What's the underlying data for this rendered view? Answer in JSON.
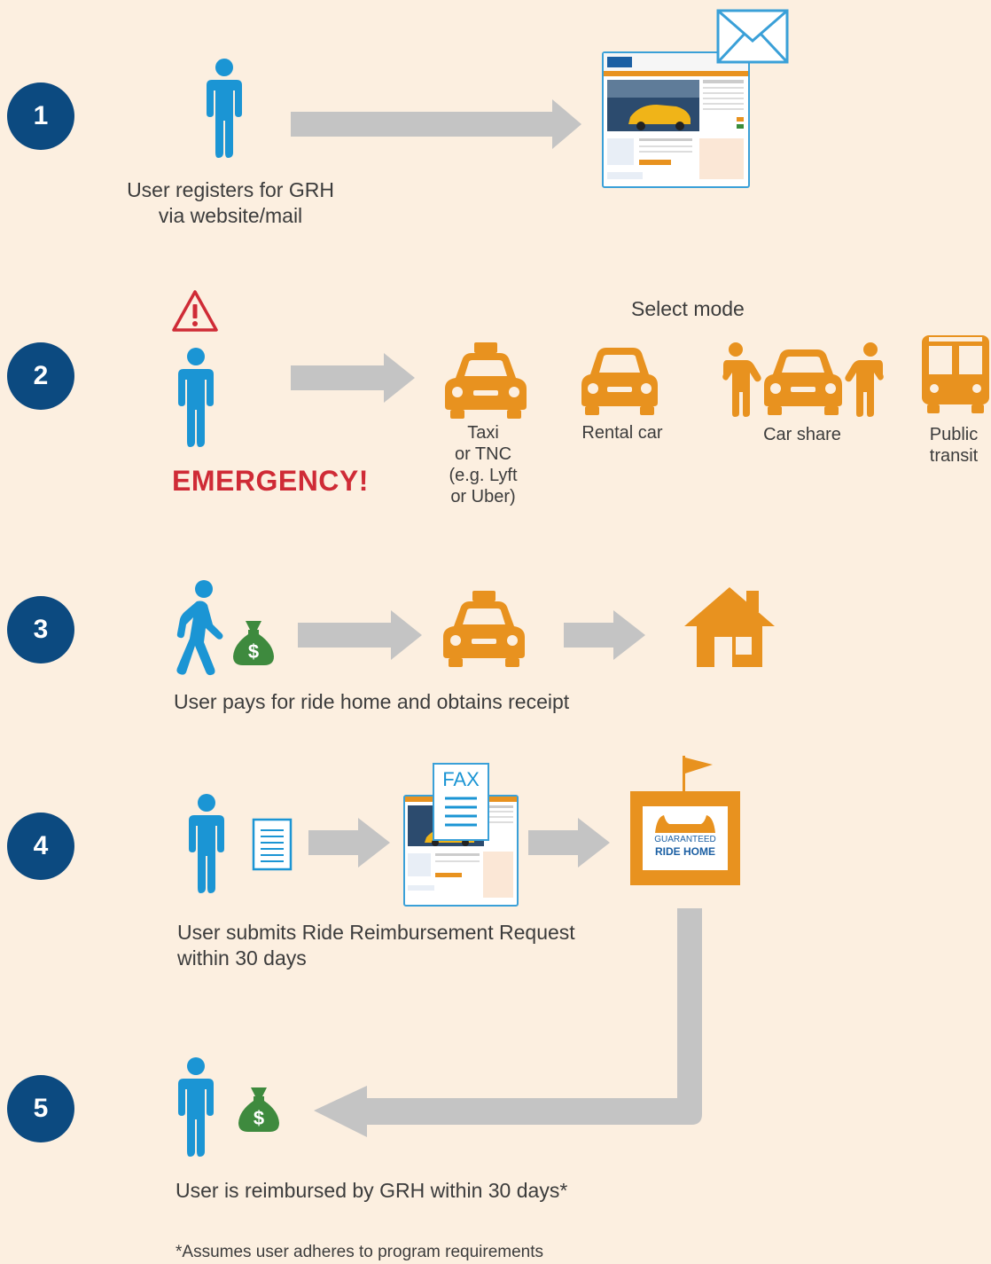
{
  "steps": [
    {
      "number": "1",
      "caption_lines": [
        "User registers for GRH",
        "via website/mail"
      ]
    },
    {
      "number": "2",
      "emergency": "EMERGENCY!",
      "select_mode": "Select mode",
      "modes": [
        {
          "icon": "taxi-icon",
          "lines": [
            "Taxi",
            "or TNC",
            "(e.g. Lyft",
            "or Uber)"
          ]
        },
        {
          "icon": "rental-car-icon",
          "lines": [
            "Rental car"
          ]
        },
        {
          "icon": "car-share-icon",
          "lines": [
            "Car share"
          ]
        },
        {
          "icon": "bus-icon",
          "lines": [
            "Public",
            "transit"
          ]
        }
      ]
    },
    {
      "number": "3",
      "caption": "User pays for ride home and obtains receipt"
    },
    {
      "number": "4",
      "caption_lines": [
        "User submits Ride Reimbursement Request",
        "within 30 days"
      ],
      "fax_label": "FAX",
      "logo_lines": [
        "GUARANTEED",
        "RIDE HOME"
      ]
    },
    {
      "number": "5",
      "caption": "User is reimbursed by GRH within 30 days*"
    }
  ],
  "footnote": "*Assumes user adheres to program requirements",
  "colors": {
    "navy": "#0c4a80",
    "person_blue": "#1b95d4",
    "orange": "#e8921f",
    "gray_arrow": "#c4c4c4",
    "money_green": "#3e8a3e",
    "emergency_red": "#cf2b36",
    "background": "#fcefe0"
  }
}
